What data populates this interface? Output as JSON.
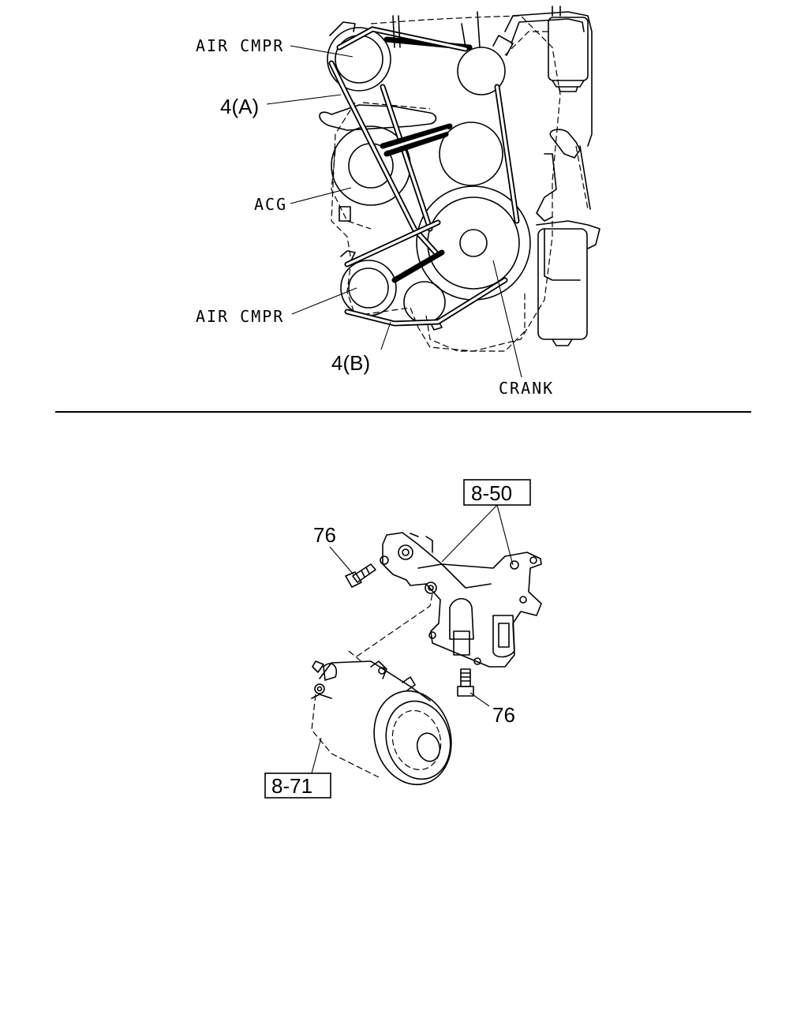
{
  "belt_diagram": {
    "labels": {
      "air_cmpr_top": "AIR CMPR",
      "belt_a": "4(A)",
      "acg": "ACG",
      "air_cmpr_bottom": "AIR CMPR",
      "belt_b": "4(B)",
      "crank": "CRANK"
    }
  },
  "exploded_view": {
    "callouts": {
      "bracket_ref": "8-50",
      "bolt_top": "76",
      "bolt_bottom": "76",
      "compressor_ref": "8-71"
    }
  }
}
